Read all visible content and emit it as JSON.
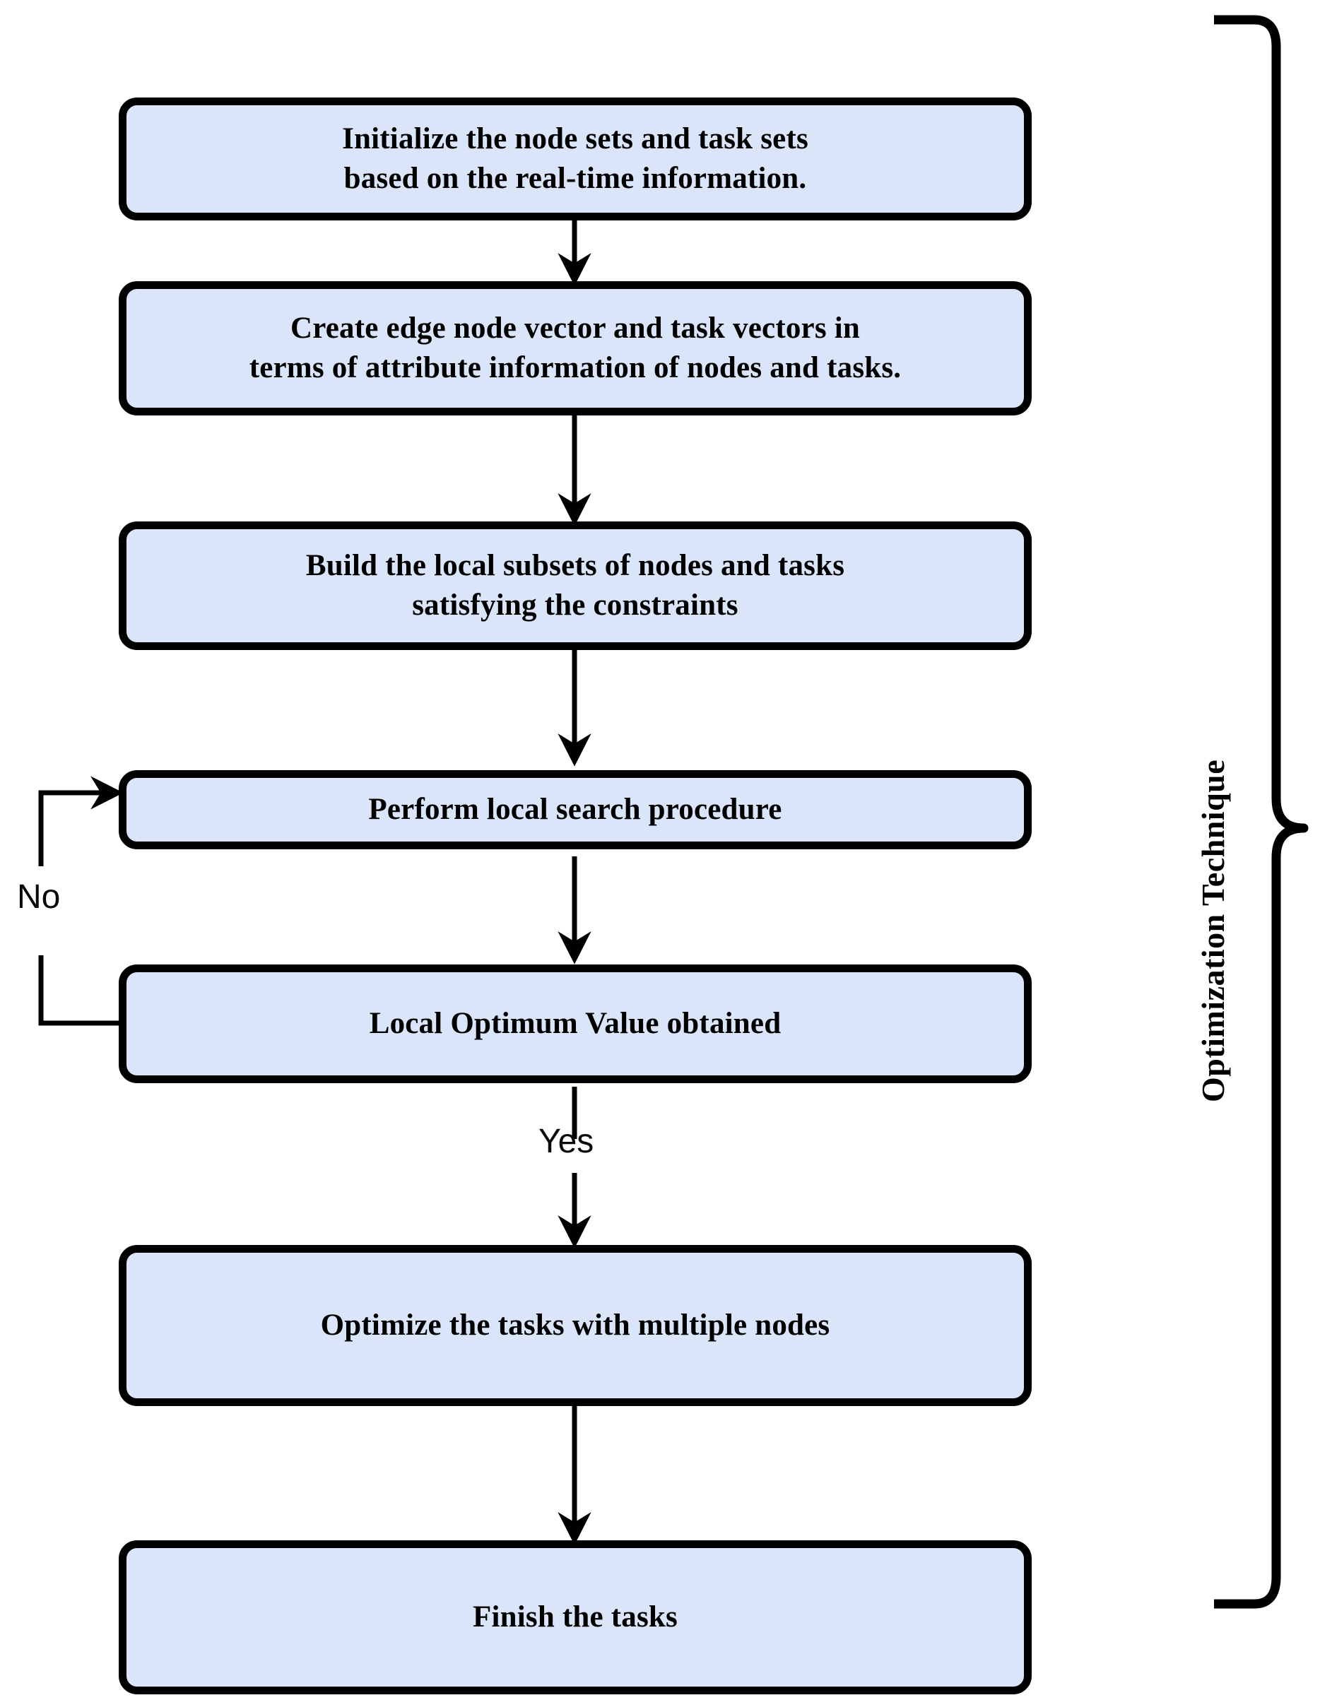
{
  "diagram": {
    "title": "Optimization Technique Flowchart",
    "colors": {
      "node_fill": "#dae5f9",
      "node_stroke": "#000000",
      "arrow": "#000000",
      "bracket": "#000000",
      "background": "#ffffff"
    },
    "nodes": [
      {
        "id": "initialize",
        "label": "Initialize the node sets and task sets\nbased on the real-time information."
      },
      {
        "id": "create-vectors",
        "label": "Create edge node vector and task vectors in\nterms of attribute information of nodes and tasks."
      },
      {
        "id": "build-subsets",
        "label": "Build the local subsets of nodes and tasks\nsatisfying the constraints"
      },
      {
        "id": "local-search",
        "label": "Perform local search procedure"
      },
      {
        "id": "local-optimum",
        "label": "Local Optimum Value obtained"
      },
      {
        "id": "optimize-tasks",
        "label": "Optimize the tasks with multiple nodes"
      },
      {
        "id": "finish-tasks",
        "label": "Finish the tasks"
      }
    ],
    "edge_labels": {
      "no": "No",
      "yes": "Yes"
    },
    "bracket": {
      "label": "Optimization Technique"
    }
  }
}
